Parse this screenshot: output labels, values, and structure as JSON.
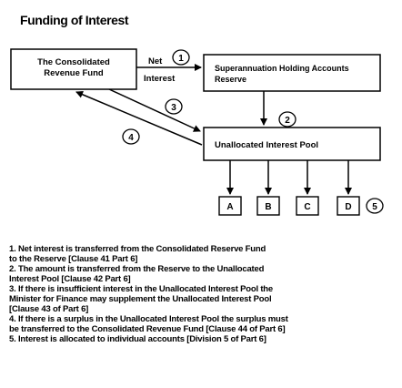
{
  "title": "Funding of Interest",
  "boxes": {
    "crf": {
      "line1": "The Consolidated",
      "line2": "Revenue Fund"
    },
    "shar": {
      "line1": "Superannuation Holding Accounts",
      "line2": "Reserve"
    },
    "uip": {
      "label": "Unallocated Interest Pool"
    }
  },
  "arrow_label": {
    "line1": "Net",
    "line2": "Interest"
  },
  "markers": [
    "1",
    "2",
    "3",
    "4",
    "5"
  ],
  "accounts": [
    "A",
    "B",
    "C",
    "D"
  ],
  "notes": [
    {
      "line1": "1.  Net interest is transferred from the Consolidated Reserve Fund",
      "line2": "to the Reserve [Clause 41 Part 6]"
    },
    {
      "line1": "2.  The amount is transferred  from the Reserve to the Unallocated",
      "line2": "Interest Pool [Clause 42  Part 6]"
    },
    {
      "line1": "3.  If there is insufficient interest in the Unallocated Interest Pool the",
      "line2": "Minister for Finance may supplement the Unallocated Interest Pool",
      "line3": "[Clause 43 of Part 6]"
    },
    {
      "line1": "4.  If there is a surplus in the Unallocated Interest Pool the surplus must",
      "line2": "be transferred to the Consolidated Revenue Fund [Clause 44 of Part 6]"
    },
    {
      "line1": "5.  Interest is allocated to individual accounts [Division 5 of Part 6]"
    }
  ]
}
